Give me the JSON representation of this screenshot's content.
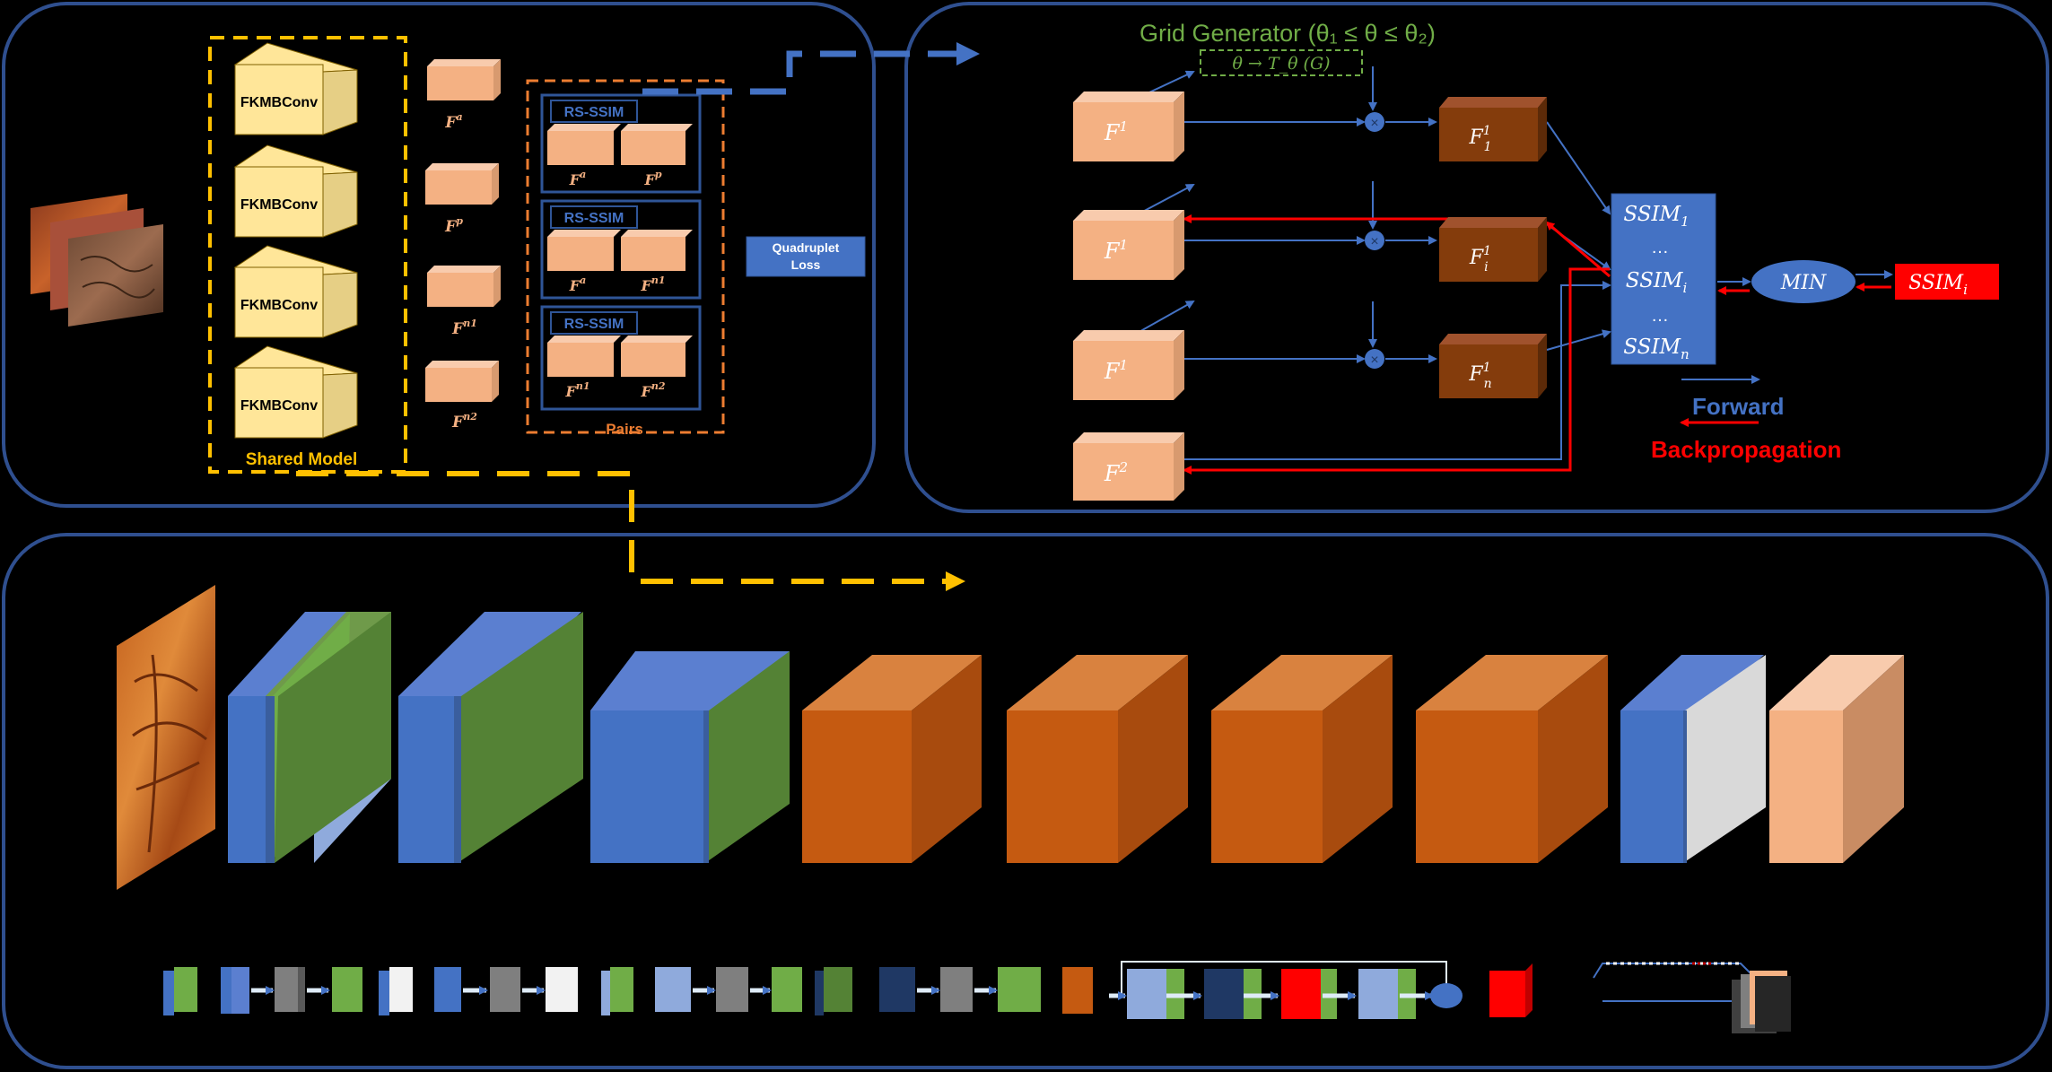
{
  "top_left": {
    "blocks": [
      "FKMBConv",
      "FKMBConv",
      "FKMBConv",
      "FKMBConv"
    ],
    "shared_label": "Shared Model",
    "features": [
      {
        "base": "F",
        "sup": "a"
      },
      {
        "base": "F",
        "sup": "p"
      },
      {
        "base": "F",
        "sup": "n1"
      },
      {
        "base": "F",
        "sup": "n2"
      }
    ],
    "pairs": [
      {
        "label": "RS-SSIM",
        "left": {
          "base": "F",
          "sup": "a"
        },
        "right": {
          "base": "F",
          "sup": "p"
        }
      },
      {
        "label": "RS-SSIM",
        "left": {
          "base": "F",
          "sup": "a"
        },
        "right": {
          "base": "F",
          "sup": "n1"
        }
      },
      {
        "label": "RS-SSIM",
        "left": {
          "base": "F",
          "sup": "n1"
        },
        "right": {
          "base": "F",
          "sup": "n2"
        }
      }
    ],
    "pairs_label": "Pairs",
    "loss_label": "Quadruplet Loss"
  },
  "top_right": {
    "grid_title": "Grid Generator (θ₁ ≤ θ ≤ θ₂)",
    "grid_box": "θ → T_θ (G)",
    "inputs": [
      {
        "base": "F",
        "sup": "1"
      },
      {
        "base": "F",
        "sup": "1"
      },
      {
        "base": "F",
        "sup": "1"
      },
      {
        "base": "F",
        "sup": "2"
      }
    ],
    "transformed": [
      {
        "base": "F",
        "sup": "1",
        "sub": "1"
      },
      {
        "base": "F",
        "sup": "1",
        "sub": "i"
      },
      {
        "base": "F",
        "sup": "1",
        "sub": "n"
      }
    ],
    "ssim_items": [
      {
        "base": "SSIM",
        "sub": "1"
      },
      {
        "base": "…",
        "sub": ""
      },
      {
        "base": "SSIM",
        "sub": "i"
      },
      {
        "base": "…",
        "sub": ""
      },
      {
        "base": "SSIM",
        "sub": "n"
      }
    ],
    "min_label": "MIN",
    "output": {
      "base": "SSIM",
      "sub": "i"
    },
    "legend": {
      "forward": "Forward",
      "backprop": "Backpropagation"
    }
  },
  "colors": {
    "panel_border": "#2F4F8F",
    "yellow_dash": "#FFC000",
    "orange_dash": "#ED7D31",
    "blue_dash": "#4472C4",
    "green": "#70AD47",
    "cube_yellow": "#FFE699",
    "feature_peach": "#F4B183",
    "feature_brown": "#843C0C",
    "blue_box": "#4472C4",
    "red": "#FF0000",
    "layer_green": "#548235",
    "layer_orange": "#C55A11",
    "layer_gray": "#D9D9D9"
  },
  "bottom_layers": [
    "blue+green",
    "blue+green",
    "blue+green",
    "orange",
    "orange",
    "orange",
    "orange",
    "blue+gray",
    "peach"
  ]
}
